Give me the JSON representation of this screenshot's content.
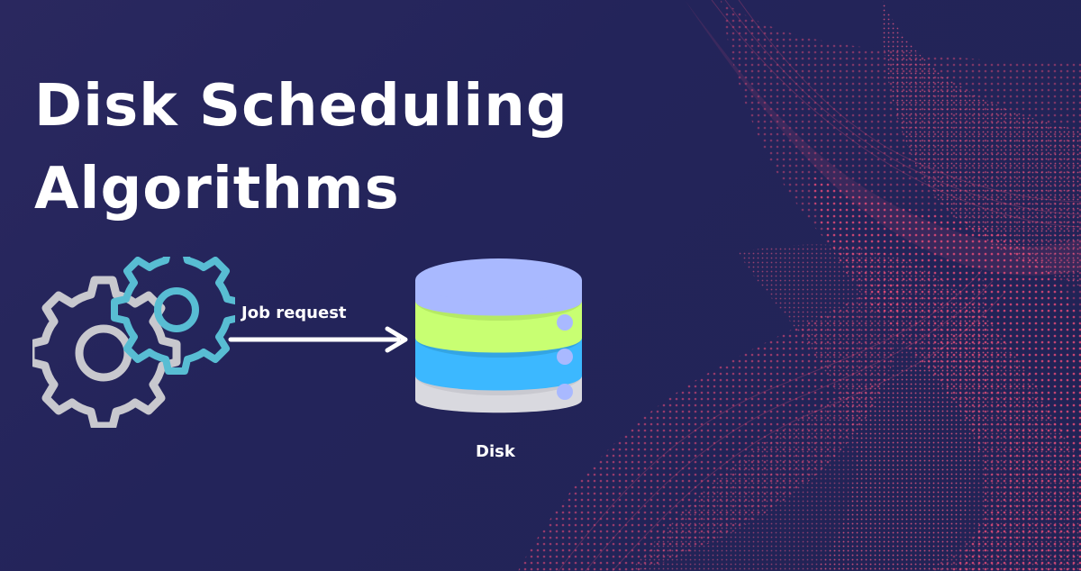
{
  "title": {
    "line1": "Disk Scheduling",
    "line2": "Algorithms"
  },
  "diagram": {
    "arrow_label": "Job request",
    "disk_label": "Disk",
    "icons": {
      "gears": "gears-icon",
      "arrow": "right-arrow-icon",
      "disk": "database-disk-icon"
    }
  },
  "colors": {
    "background": "#24245a",
    "accent_wave": "#e34b78",
    "gear_gray": "#c8c8ce",
    "gear_teal": "#58bdd3",
    "disk_top": "#a9b9ff",
    "disk_green": "#c8ff72",
    "disk_blue": "#3cb8ff",
    "disk_gray": "#d9d9df"
  }
}
